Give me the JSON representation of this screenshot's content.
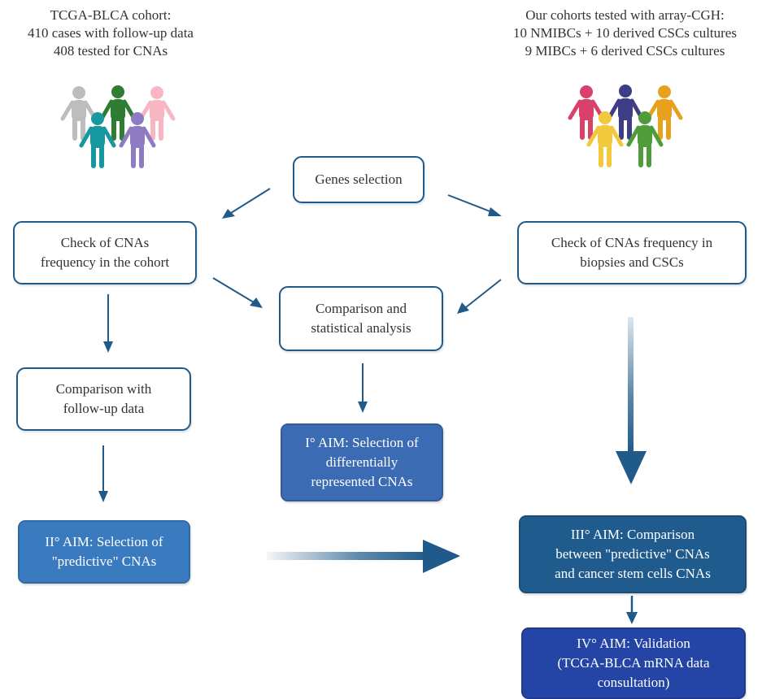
{
  "left_header": {
    "line1": "TCGA-BLCA cohort:",
    "line2": "410 cases with follow-up data",
    "line3": "408 tested for CNAs"
  },
  "right_header": {
    "line1": "Our cohorts tested with array-CGH:",
    "line2": "10 NMIBCs + 10 derived CSCs cultures",
    "line3": "9 MIBCs + 6 derived CSCs cultures"
  },
  "genes_selection": {
    "line1": "Genes selection"
  },
  "check_cohort": {
    "line1": "Check of CNAs",
    "line2": "frequency in the cohort"
  },
  "check_biopsies": {
    "line1": "Check of CNAs frequency in",
    "line2": "biopsies and CSCs"
  },
  "comparison_stat": {
    "line1": "Comparison and",
    "line2": "statistical analysis"
  },
  "comparison_follow": {
    "line1": "Comparison with",
    "line2": "follow-up data"
  },
  "aim1": {
    "line1": "I° AIM: Selection of",
    "line2": "differentially",
    "line3": "represented CNAs"
  },
  "aim2": {
    "line1": "II° AIM: Selection of",
    "line2": "\"predictive\" CNAs"
  },
  "aim3": {
    "line1": "III° AIM: Comparison",
    "line2": "between \"predictive\" CNAs",
    "line3": "and cancer stem cells CNAs"
  },
  "aim4": {
    "line1": "IV° AIM: Validation",
    "line2": "(TCGA-BLCA mRNA data",
    "line3": "consultation)"
  },
  "icons": {
    "left_group": "people-group-icon",
    "right_group": "people-group-icon"
  },
  "colors": {
    "arrow": "#1f5a8a",
    "box_border": "#1f5a8a",
    "aim1_fill": "#3b6cb3",
    "aim2_fill": "#3a7bc0",
    "aim3_fill": "#1f5b8d",
    "aim4_fill": "#2445a6",
    "people_left": [
      "#bdbdbd",
      "#2e7d32",
      "#f7b6c2",
      "#17979e",
      "#8e7cc3"
    ],
    "people_right": [
      "#d9416b",
      "#3d3e86",
      "#e8a11d",
      "#f2c93a",
      "#4f9d3a"
    ]
  }
}
